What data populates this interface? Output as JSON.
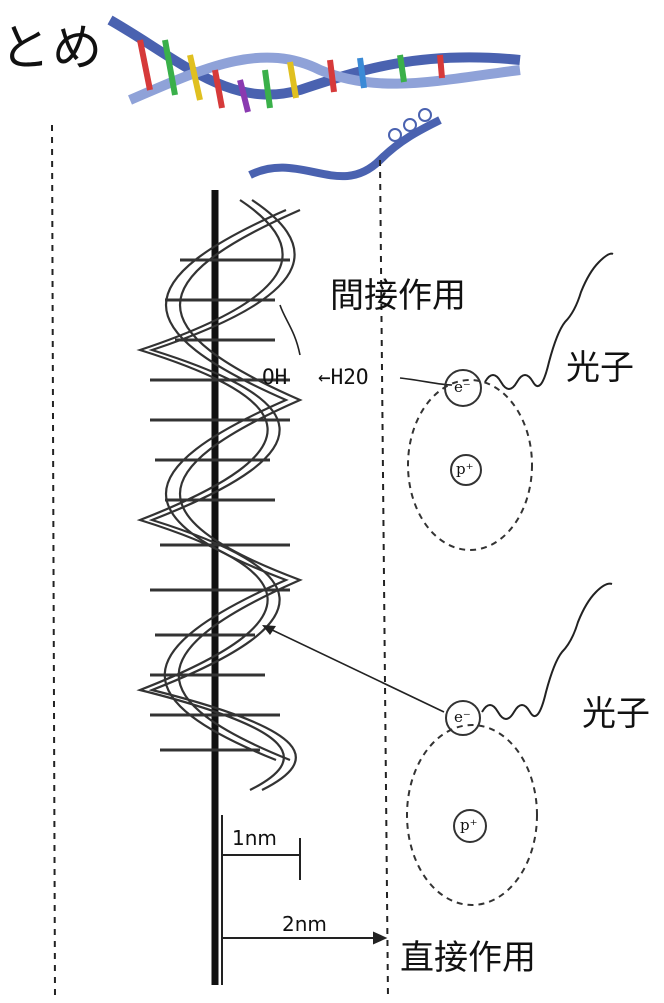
{
  "title_fragment": "とめ",
  "labels": {
    "indirect": "間接作用",
    "direct": "直接作用",
    "photon_upper": "光子",
    "photon_lower": "光子",
    "oh": "OH",
    "h2o": "←H2O",
    "scale_1nm": "1nm",
    "scale_2nm": "2nm",
    "electron": "e⁻",
    "proton": "p⁺"
  }
}
